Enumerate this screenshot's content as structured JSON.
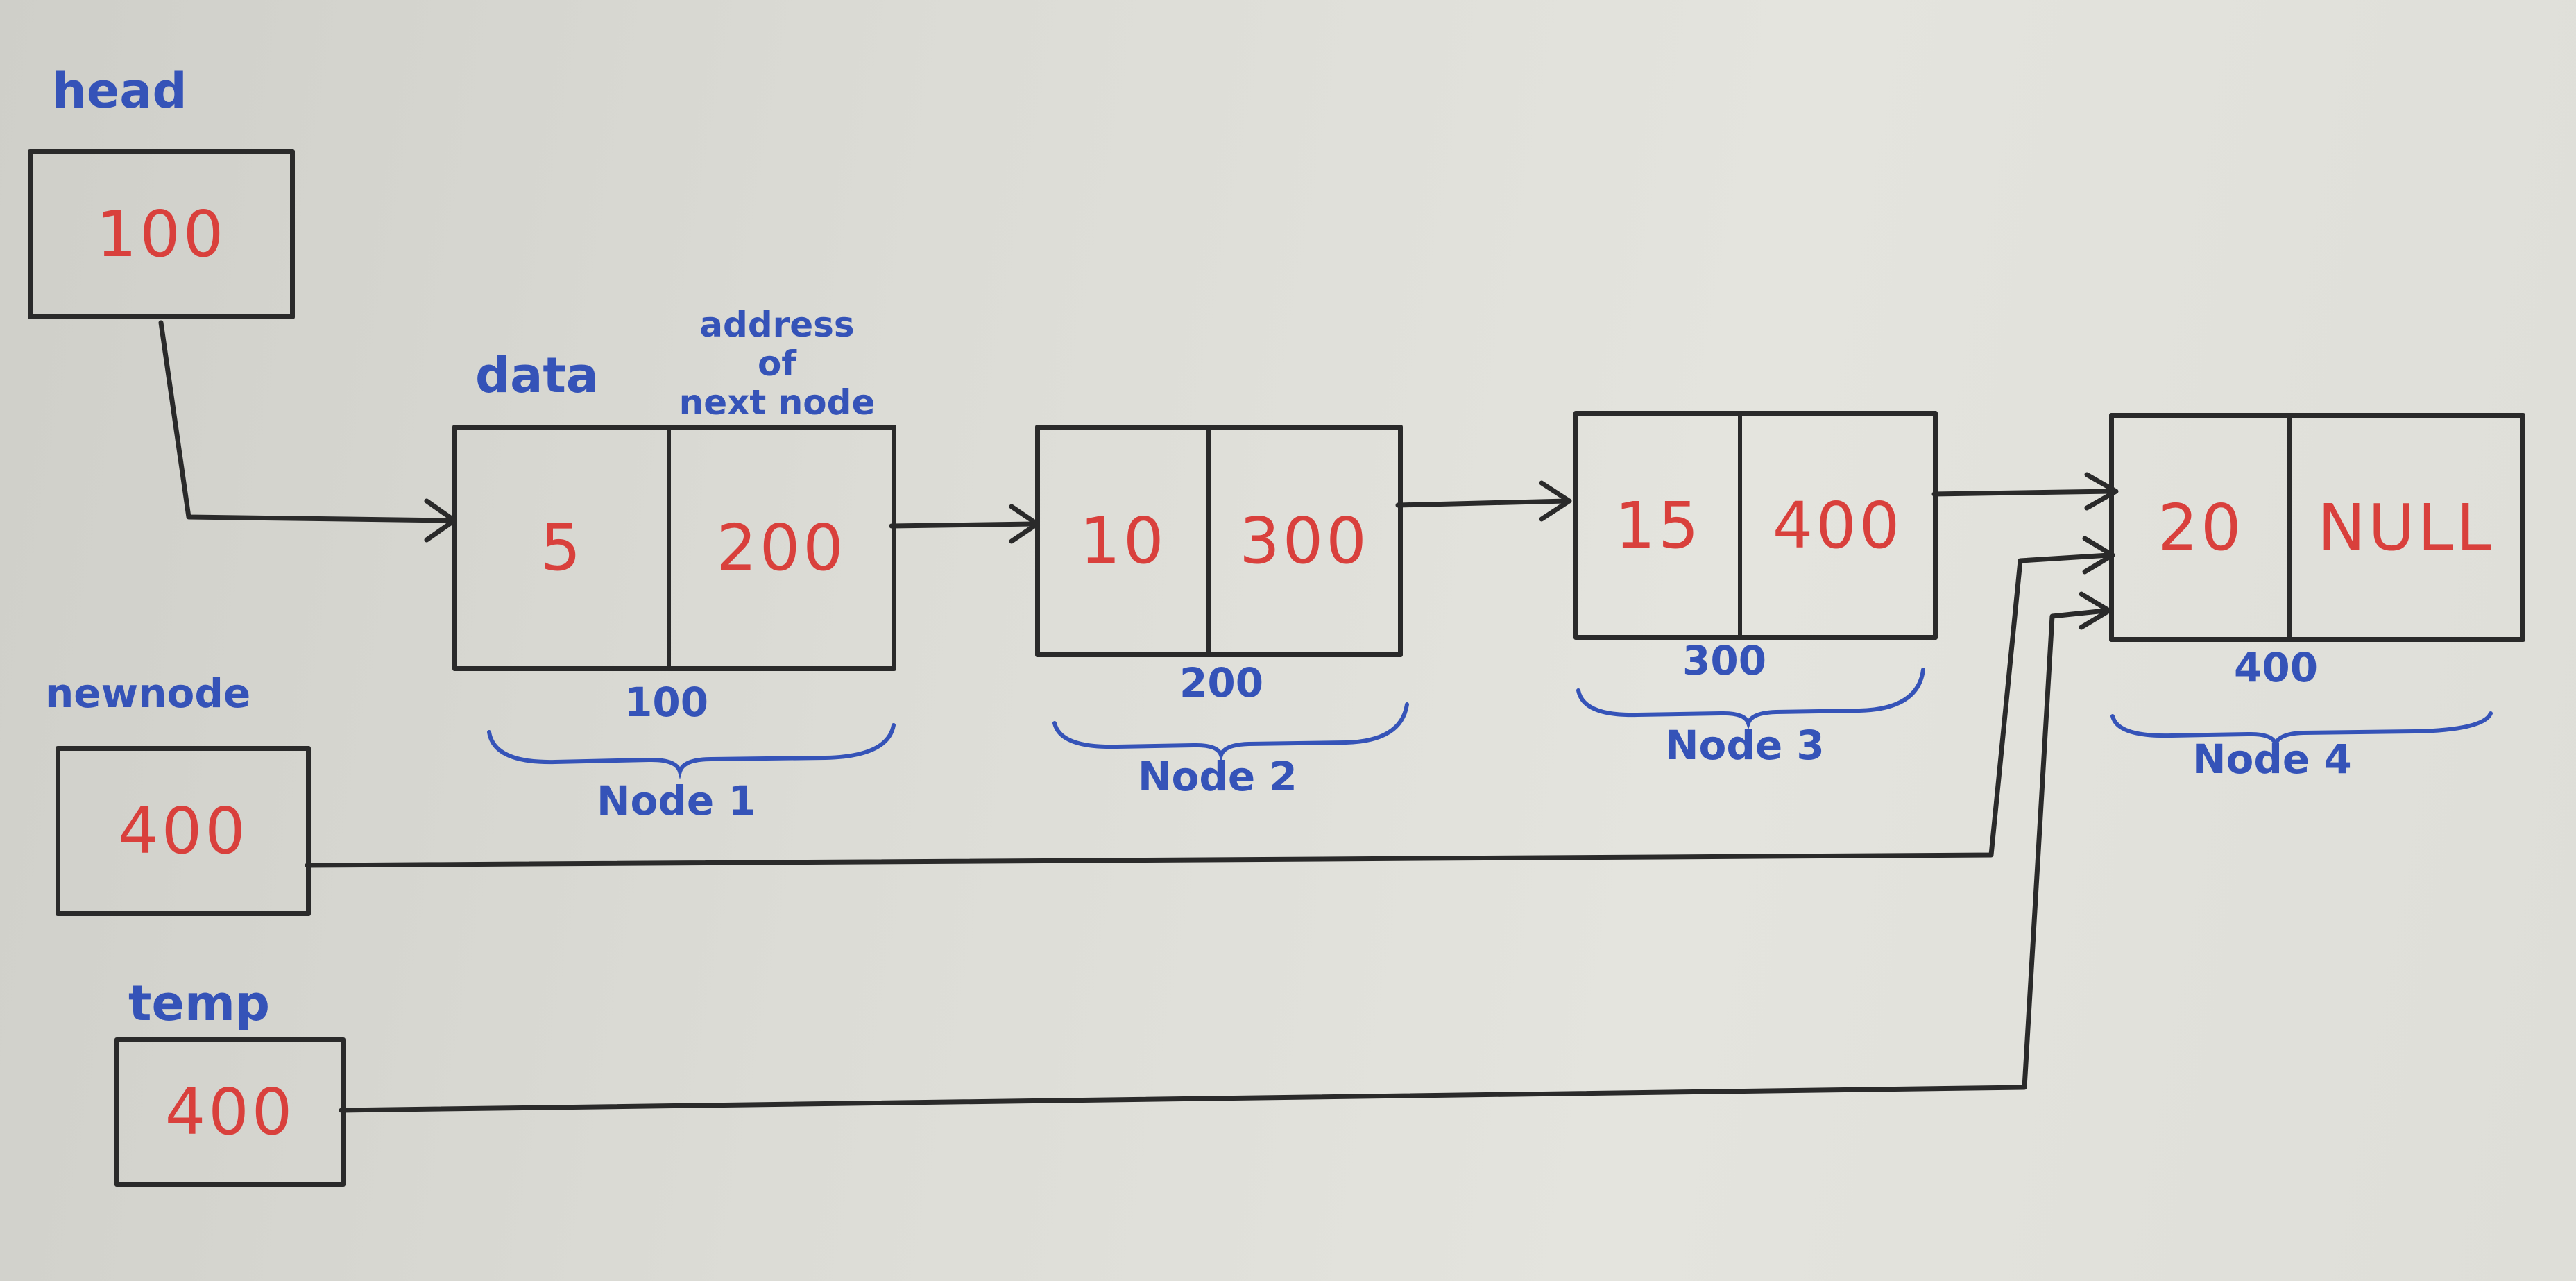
{
  "pointers": {
    "head": {
      "label": "head",
      "value": "100"
    },
    "newnode": {
      "label": "newnode",
      "value": "400"
    },
    "temp": {
      "label": "temp",
      "value": "400"
    }
  },
  "field_labels": {
    "data": "data",
    "next_line1": "address",
    "next_line2": "of",
    "next_line3": "next node"
  },
  "nodes": [
    {
      "name": "Node 1",
      "address": "100",
      "data": "5",
      "next": "200"
    },
    {
      "name": "Node 2",
      "address": "200",
      "data": "10",
      "next": "300"
    },
    {
      "name": "Node 3",
      "address": "300",
      "data": "15",
      "next": "400"
    },
    {
      "name": "Node 4",
      "address": "400",
      "data": "20",
      "next": "NULL"
    }
  ],
  "colors": {
    "ink": "#2a2a2a",
    "red": "#d9403c",
    "blue": "#3553b8"
  }
}
